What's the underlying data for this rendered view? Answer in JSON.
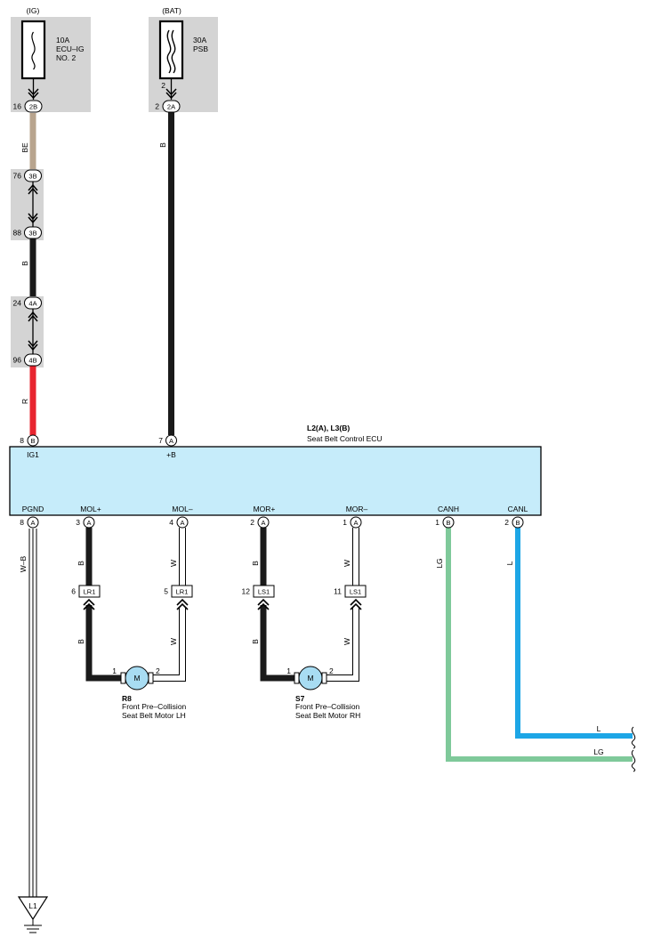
{
  "fuses": [
    {
      "source": "(IG)",
      "rating": "10A",
      "name_line1": "ECU–IG",
      "name_line2": "NO. 2"
    },
    {
      "source": "(BAT)",
      "rating": "30A",
      "name_line1": "PSB",
      "name_line2": "",
      "pin": "2"
    }
  ],
  "connectors": {
    "c2B_ig": {
      "pin": "16",
      "code": "2B"
    },
    "c2A_bat": {
      "pin": "2",
      "code": "2A"
    },
    "c3B_top": {
      "pin": "76",
      "code": "3B"
    },
    "c3B_bot": {
      "pin": "88",
      "code": "3B"
    },
    "c4A": {
      "pin": "24",
      "code": "4A"
    },
    "c4B": {
      "pin": "96",
      "code": "4B"
    },
    "ecu_ig1": {
      "pin": "8",
      "code": "B"
    },
    "ecu_b": {
      "pin": "7",
      "code": "A"
    },
    "ecu_pgnd": {
      "pin": "8",
      "code": "A"
    },
    "ecu_molp": {
      "pin": "3",
      "code": "A"
    },
    "ecu_molm": {
      "pin": "4",
      "code": "A"
    },
    "ecu_morp": {
      "pin": "2",
      "code": "A"
    },
    "ecu_morm": {
      "pin": "1",
      "code": "A"
    },
    "ecu_canh": {
      "pin": "1",
      "code": "B"
    },
    "ecu_canl": {
      "pin": "2",
      "code": "B"
    },
    "lr1_left": {
      "pin": "6",
      "code": "LR1"
    },
    "lr1_right": {
      "pin": "5",
      "code": "LR1"
    },
    "ls1_left": {
      "pin": "12",
      "code": "LS1"
    },
    "ls1_right": {
      "pin": "11",
      "code": "LS1"
    }
  },
  "wire_colors": {
    "be": "BE",
    "b1": "B",
    "b2": "B",
    "r": "R",
    "wb": "W–B",
    "molp_upper": "B",
    "molp_lower": "B",
    "molm_upper": "W",
    "molm_lower": "W",
    "morp_upper": "B",
    "morp_lower": "B",
    "morm_upper": "W",
    "morm_lower": "W",
    "lg": "LG",
    "l": "L",
    "l_end": "L",
    "lg_end": "LG"
  },
  "ecu": {
    "code": "L2(A), L3(B)",
    "name": "Seat Belt Control ECU",
    "terminals": {
      "ig1": "IG1",
      "b": "+B",
      "pgnd": "PGND",
      "molp": "MOL+",
      "molm": "MOL–",
      "morp": "MOR+",
      "morm": "MOR–",
      "canh": "CANH",
      "canl": "CANL"
    }
  },
  "motors": [
    {
      "code": "R8",
      "line1": "Front Pre–Collision",
      "line2": "Seat Belt Motor LH",
      "symbol": "M",
      "pin1": "1",
      "pin2": "2"
    },
    {
      "code": "S7",
      "line1": "Front Pre–Collision",
      "line2": "Seat Belt Motor RH",
      "symbol": "M",
      "pin1": "1",
      "pin2": "2"
    }
  ],
  "ground": {
    "code": "L1"
  },
  "colors": {
    "box_fill": "#d4d4d4",
    "ecu_fill": "#c6ecfa",
    "wire_black": "#1a1a1a",
    "wire_beige": "#b8a48e",
    "wire_red": "#e8252f",
    "wire_lightgreen": "#7fc99a",
    "wire_blue": "#1da6e6",
    "motor_fill": "#a8dcf2"
  }
}
